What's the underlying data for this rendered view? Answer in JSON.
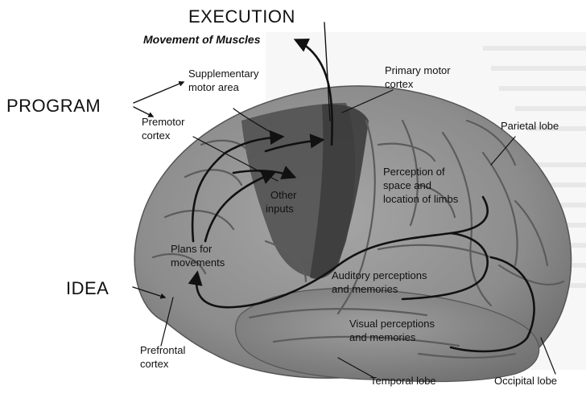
{
  "labels": {
    "execution": "EXECUTION",
    "movement_of_muscles": "Movement of Muscles",
    "program": "PROGRAM",
    "idea": "IDEA",
    "supplementary_motor_area": [
      "Supplementary",
      "motor area"
    ],
    "primary_motor_cortex": [
      "Primary motor",
      "cortex"
    ],
    "premotor_cortex": [
      "Premotor",
      "cortex"
    ],
    "parietal_lobe": "Parietal lobe",
    "perception_space": [
      "Perception of",
      "space and",
      "location of limbs"
    ],
    "other_inputs": [
      "Other",
      "inputs"
    ],
    "plans_for_movements": [
      "Plans for",
      "movements"
    ],
    "auditory": [
      "Auditory perceptions",
      "and memories"
    ],
    "visual": [
      "Visual perceptions",
      "and memories"
    ],
    "prefrontal_cortex": [
      "Prefrontal",
      "cortex"
    ],
    "temporal_lobe": "Temporal lobe",
    "occipital_lobe": "Occipital lobe"
  },
  "colors": {
    "brain_base": "#8f8f8f",
    "motor_region": "#4a4a4a",
    "primary_motor_strip": "#3a3a3a",
    "sulci": "#5e5e5e",
    "arrows": "#111111",
    "text": "#111111"
  }
}
